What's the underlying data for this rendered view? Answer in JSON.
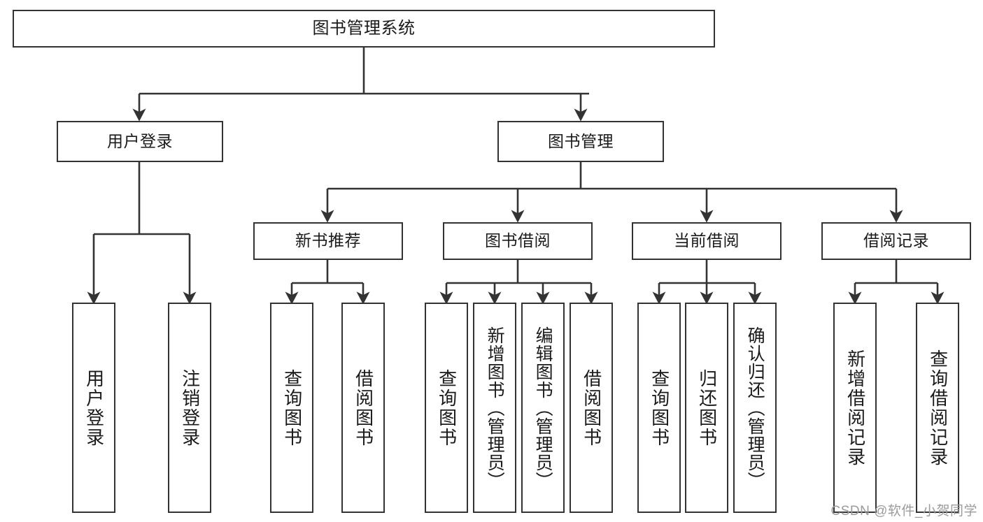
{
  "diagram": {
    "type": "hierarchy-tree",
    "title": "图书管理系统",
    "watermark": "CSDN @软件_小贺同学",
    "colors": {
      "stroke": "#333333",
      "background": "#ffffff",
      "text": "#1a1a1a",
      "watermark": "#9b9b9b"
    },
    "nodes": {
      "root": {
        "label": "图书管理系统"
      },
      "level2": [
        {
          "id": "user-login",
          "label": "用户登录"
        },
        {
          "id": "book-manage",
          "label": "图书管理"
        }
      ],
      "level3": [
        {
          "id": "new-book-recommend",
          "label": "新书推荐"
        },
        {
          "id": "book-borrow",
          "label": "图书借阅"
        },
        {
          "id": "current-borrow",
          "label": "当前借阅"
        },
        {
          "id": "borrow-record",
          "label": "借阅记录"
        }
      ],
      "leaves": [
        {
          "id": "leaf-user-login",
          "label": "用户登录",
          "parent": "user-login"
        },
        {
          "id": "leaf-user-logout",
          "label": "注销登录",
          "parent": "user-login"
        },
        {
          "id": "leaf-query-book-1",
          "label": "查询图书",
          "parent": "new-book-recommend"
        },
        {
          "id": "leaf-borrow-book-1",
          "label": "借阅图书",
          "parent": "new-book-recommend"
        },
        {
          "id": "leaf-query-book-2",
          "label": "查询图书",
          "parent": "book-borrow"
        },
        {
          "id": "leaf-add-book",
          "label": "新增图书（管理员）",
          "parent": "book-borrow"
        },
        {
          "id": "leaf-edit-book",
          "label": "编辑图书（管理员）",
          "parent": "book-borrow"
        },
        {
          "id": "leaf-borrow-book-2",
          "label": "借阅图书",
          "parent": "book-borrow"
        },
        {
          "id": "leaf-query-book-3",
          "label": "查询图书",
          "parent": "current-borrow"
        },
        {
          "id": "leaf-return-book",
          "label": "归还图书",
          "parent": "current-borrow"
        },
        {
          "id": "leaf-confirm-return",
          "label": "确认归还（管理员）",
          "parent": "current-borrow"
        },
        {
          "id": "leaf-add-record",
          "label": "新增借阅记录",
          "parent": "borrow-record"
        },
        {
          "id": "leaf-query-record",
          "label": "查询借阅记录",
          "parent": "borrow-record"
        }
      ]
    }
  }
}
